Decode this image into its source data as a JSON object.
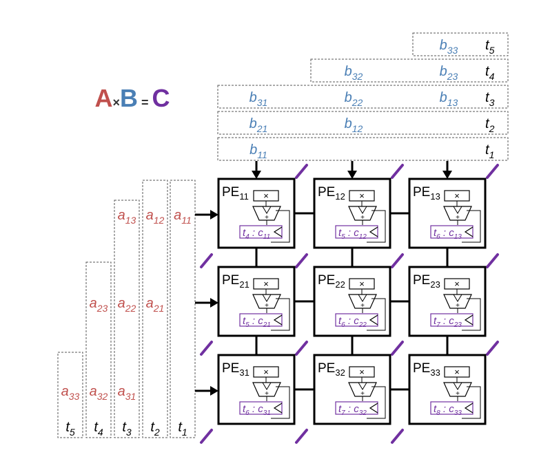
{
  "colors": {
    "a": "#c0504d",
    "b": "#4a7fb5",
    "c": "#7030a0",
    "line": "#000000",
    "dash": "#555555"
  },
  "equation": {
    "a": "A",
    "times": "×",
    "b": "B",
    "equals": "=",
    "c": "C"
  },
  "b_rows": [
    {
      "time": {
        "t": "t",
        "sub": "5"
      },
      "cells": [
        {
          "col": 3,
          "t": "b",
          "sub": "33"
        }
      ]
    },
    {
      "time": {
        "t": "t",
        "sub": "4"
      },
      "cells": [
        {
          "col": 2,
          "t": "b",
          "sub": "32"
        },
        {
          "col": 3,
          "t": "b",
          "sub": "23"
        }
      ]
    },
    {
      "time": {
        "t": "t",
        "sub": "3"
      },
      "cells": [
        {
          "col": 1,
          "t": "b",
          "sub": "31"
        },
        {
          "col": 2,
          "t": "b",
          "sub": "22"
        },
        {
          "col": 3,
          "t": "b",
          "sub": "13"
        }
      ]
    },
    {
      "time": {
        "t": "t",
        "sub": "2"
      },
      "cells": [
        {
          "col": 1,
          "t": "b",
          "sub": "21"
        },
        {
          "col": 2,
          "t": "b",
          "sub": "12"
        }
      ]
    },
    {
      "time": {
        "t": "t",
        "sub": "1"
      },
      "cells": [
        {
          "col": 1,
          "t": "b",
          "sub": "11"
        }
      ]
    }
  ],
  "a_columns": [
    {
      "time": {
        "t": "t",
        "sub": "5"
      },
      "cells": [
        {
          "row": 3,
          "t": "a",
          "sub": "33"
        }
      ]
    },
    {
      "time": {
        "t": "t",
        "sub": "4"
      },
      "cells": [
        {
          "row": 2,
          "t": "a",
          "sub": "23"
        },
        {
          "row": 3,
          "t": "a",
          "sub": "32"
        }
      ]
    },
    {
      "time": {
        "t": "t",
        "sub": "3"
      },
      "cells": [
        {
          "row": 1,
          "t": "a",
          "sub": "13"
        },
        {
          "row": 2,
          "t": "a",
          "sub": "22"
        },
        {
          "row": 3,
          "t": "a",
          "sub": "31"
        }
      ]
    },
    {
      "time": {
        "t": "t",
        "sub": "2"
      },
      "cells": [
        {
          "row": 1,
          "t": "a",
          "sub": "12"
        },
        {
          "row": 2,
          "t": "a",
          "sub": "21"
        }
      ]
    },
    {
      "time": {
        "t": "t",
        "sub": "1"
      },
      "cells": [
        {
          "row": 1,
          "t": "a",
          "sub": "11"
        }
      ]
    }
  ],
  "pe_grid": [
    [
      {
        "label": "PE",
        "sub": "11",
        "mult": "×",
        "add": "+",
        "out_t": "4",
        "out_c": "11"
      },
      {
        "label": "PE",
        "sub": "12",
        "mult": "×",
        "add": "+",
        "out_t": "5",
        "out_c": "12"
      },
      {
        "label": "PE",
        "sub": "13",
        "mult": "×",
        "add": "+",
        "out_t": "6",
        "out_c": "13"
      }
    ],
    [
      {
        "label": "PE",
        "sub": "21",
        "mult": "×",
        "add": "+",
        "out_t": "5",
        "out_c": "21"
      },
      {
        "label": "PE",
        "sub": "22",
        "mult": "×",
        "add": "+",
        "out_t": "6",
        "out_c": "22"
      },
      {
        "label": "PE",
        "sub": "23",
        "mult": "×",
        "add": "+",
        "out_t": "7",
        "out_c": "23"
      }
    ],
    [
      {
        "label": "PE",
        "sub": "31",
        "mult": "×",
        "add": "+",
        "out_t": "6",
        "out_c": "31"
      },
      {
        "label": "PE",
        "sub": "32",
        "mult": "×",
        "add": "+",
        "out_t": "7",
        "out_c": "32"
      },
      {
        "label": "PE",
        "sub": "33",
        "mult": "×",
        "add": "+",
        "out_t": "8",
        "out_c": "33"
      }
    ]
  ]
}
